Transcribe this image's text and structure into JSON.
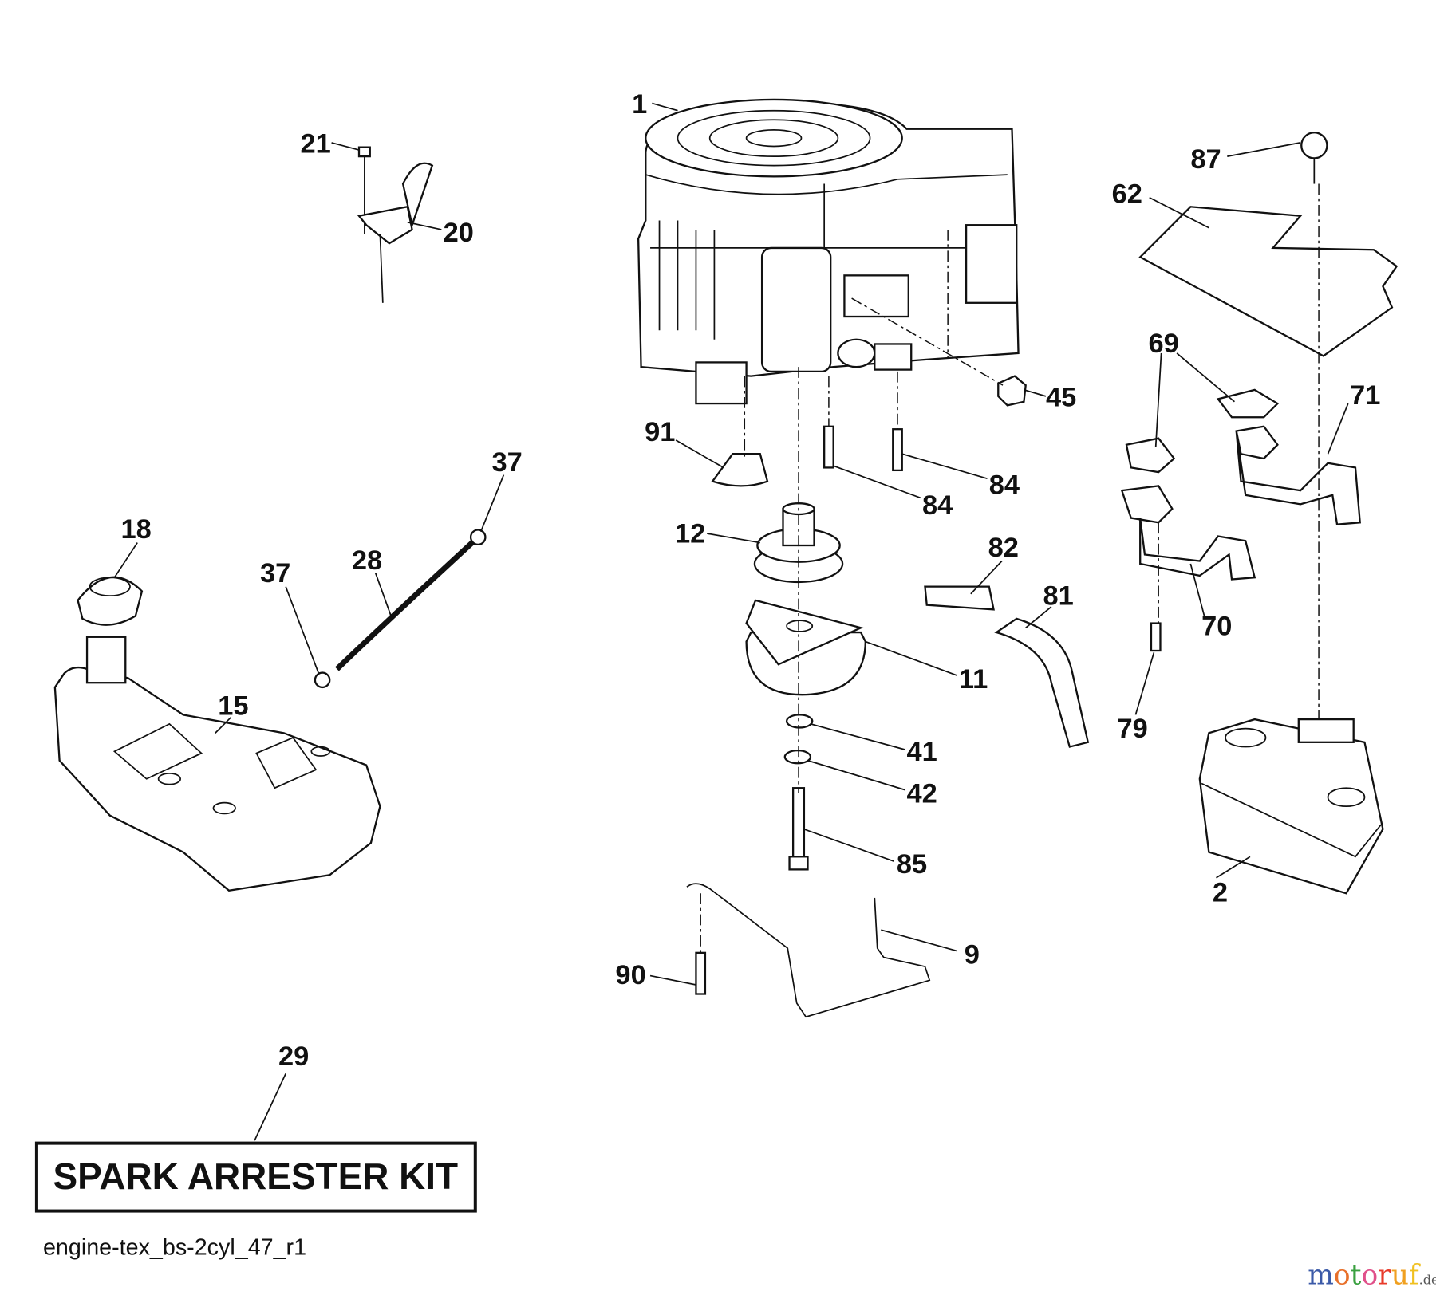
{
  "diagram": {
    "callouts": [
      "1",
      "21",
      "20",
      "87",
      "62",
      "69",
      "71",
      "45",
      "91",
      "37",
      "84",
      "84",
      "18",
      "12",
      "82",
      "28",
      "37",
      "81",
      "70",
      "11",
      "15",
      "79",
      "41",
      "42",
      "85",
      "2",
      "9",
      "90",
      "29"
    ],
    "kit_label": "SPARK ARRESTER KIT",
    "reference": "engine-tex_bs-2cyl_47_r1"
  },
  "watermark": {
    "letters": [
      "m",
      "o",
      "t",
      "o",
      "r",
      "u",
      "f"
    ],
    "suffix": ".de",
    "colors": [
      "#3b5aa8",
      "#e8702a",
      "#3aa040",
      "#e0508a",
      "#e83a2a",
      "#f0a020",
      "#f0c020"
    ]
  }
}
